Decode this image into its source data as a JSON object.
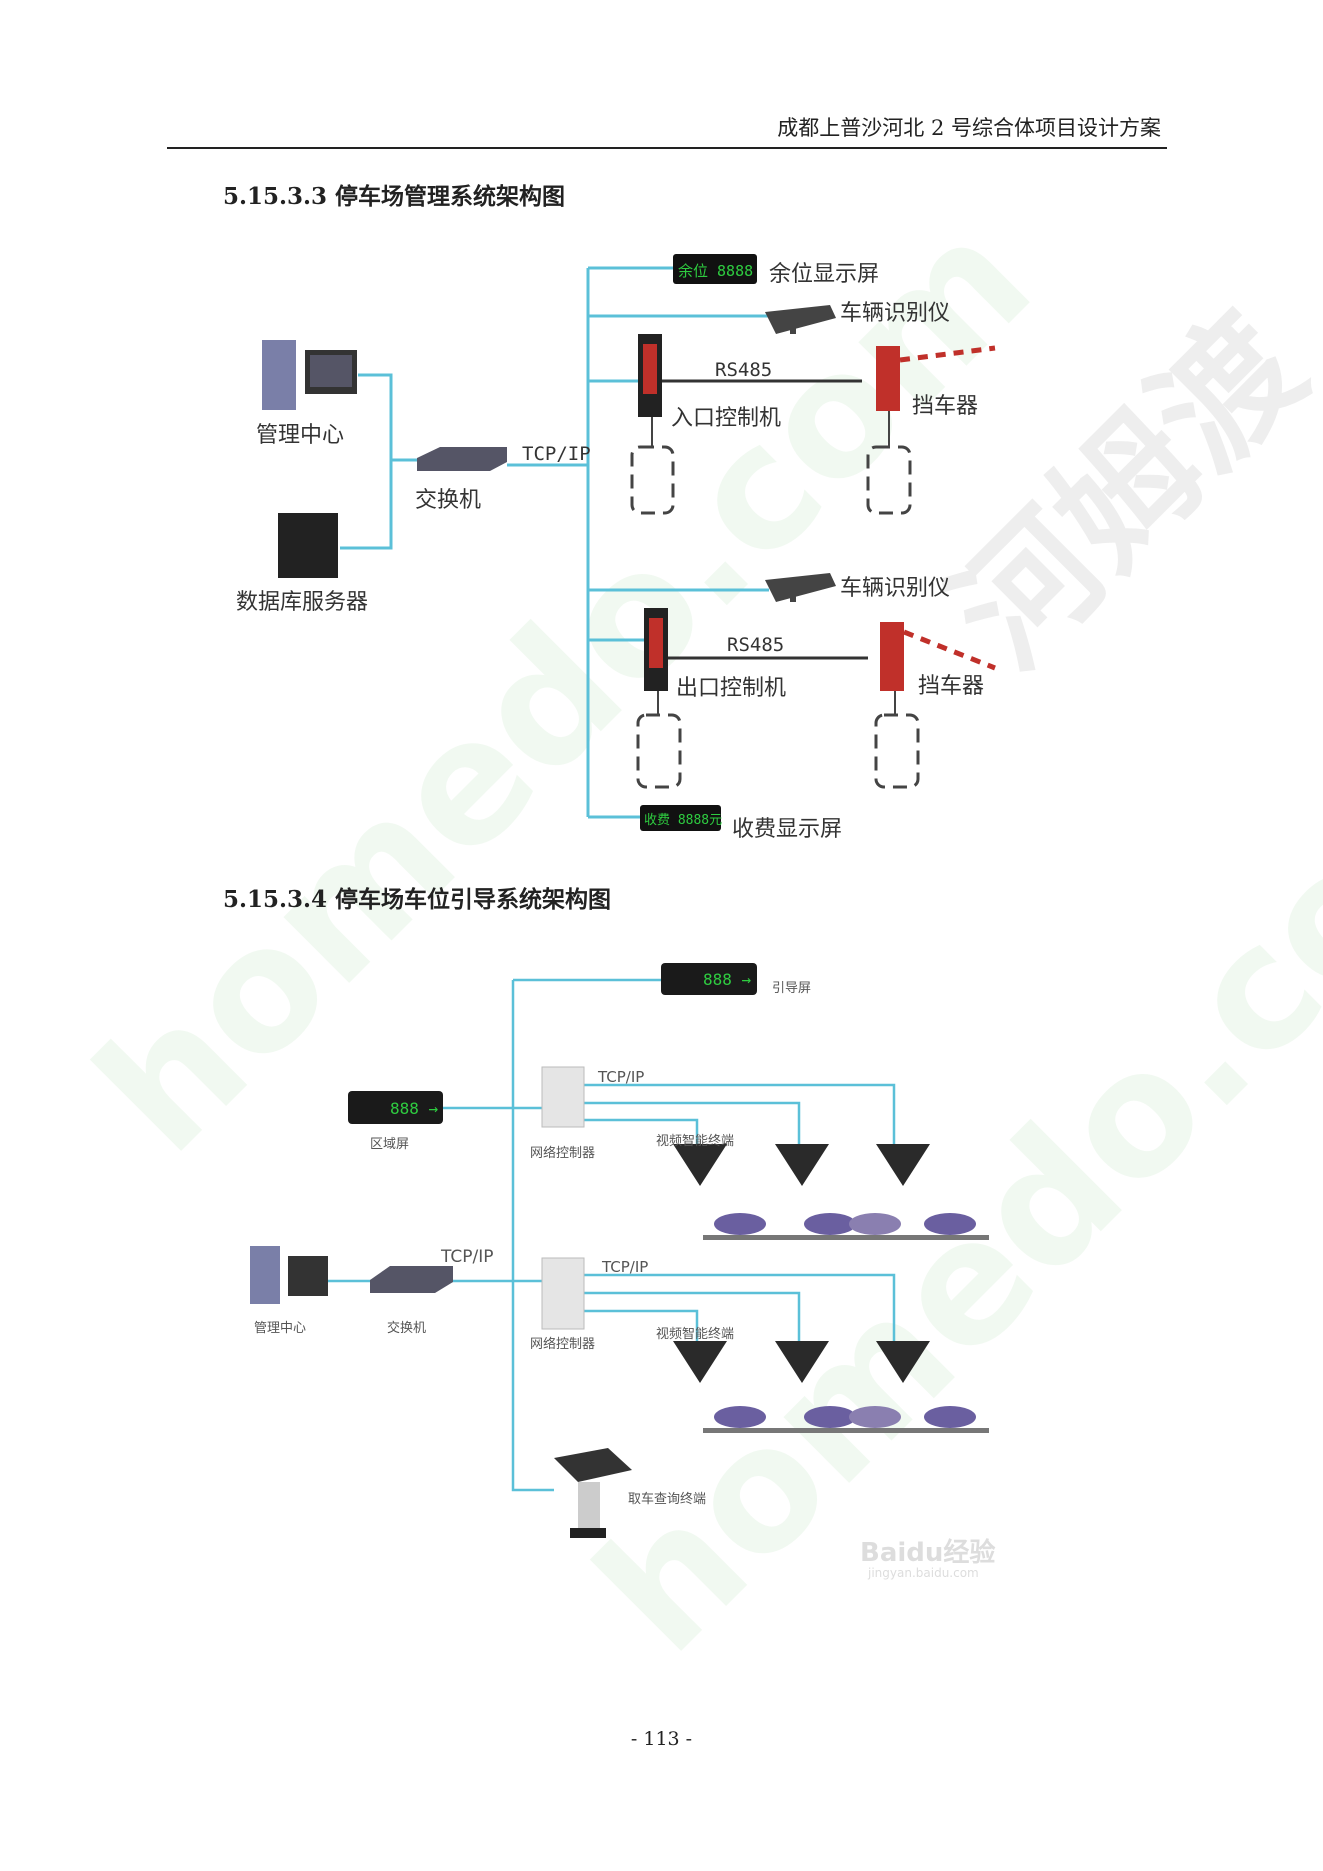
{
  "header": {
    "title": "成都上普沙河北 2 号综合体项目设计方案"
  },
  "sections": [
    {
      "heading": "5.15.3.3 停车场管理系统架构图",
      "labels": {
        "remaining_display": "余位显示屏",
        "display_text": "余位 8888",
        "camera_entry": "车辆识别仪",
        "rs485_entry": "RS485",
        "entry_controller": "入口控制机",
        "barrier_entry": "挡车器",
        "management_center": "管理中心",
        "switch": "交换机",
        "tcpip": "TCP/IP",
        "database_server": "数据库服务器",
        "camera_exit": "车辆识别仪",
        "rs485_exit": "RS485",
        "exit_controller": "出口控制机",
        "barrier_exit": "挡车器",
        "fee_display": "收费显示屏",
        "fee_display_text": "收费 8888元"
      }
    },
    {
      "heading": "5.15.3.4 停车场车位引导系统架构图",
      "labels": {
        "guidance_screen": "引导屏",
        "zone_screen": "区域屏",
        "network_controller_1": "网络控制器",
        "tcpip_1": "TCP/IP",
        "video_terminal_1": "视频智能终端",
        "management_center": "管理中心",
        "switch": "交换机",
        "tcpip_main": "TCP/IP",
        "network_controller_2": "网络控制器",
        "tcpip_2": "TCP/IP",
        "video_terminal_2": "视频智能终端",
        "query_terminal": "取车查询终端",
        "screen_digits": "888 →",
        "baidu_mark": "Baidu经验",
        "baidu_url": "jingyan.baidu.com"
      }
    }
  ],
  "watermark": {
    "text": "homedo.com",
    "brand": "河姆渡"
  },
  "footer": {
    "page": "- 113 -"
  },
  "colors": {
    "line": "#5bc0d8",
    "display_green": "#2ecc40",
    "barrier_red": "#c0302a"
  }
}
